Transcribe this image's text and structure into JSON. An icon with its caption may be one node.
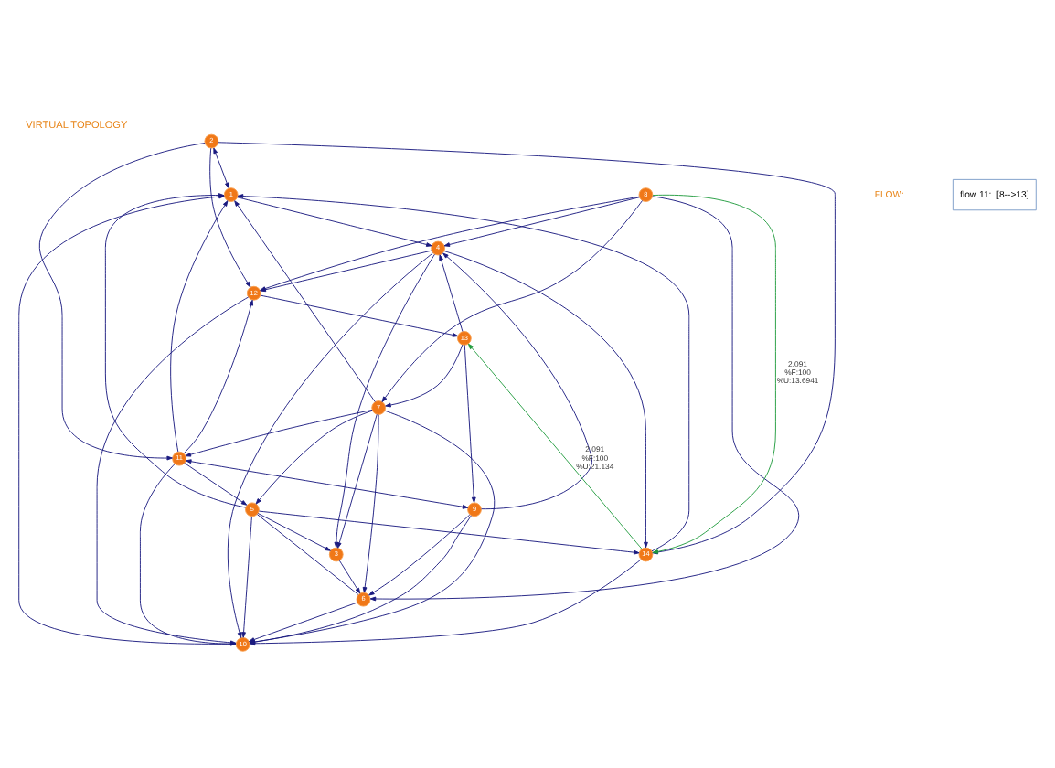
{
  "diagram": {
    "title": "VIRTUAL TOPOLOGY",
    "nodes": [
      {
        "text": [
          "1"
        ]
      },
      {
        "text": [
          "2"
        ]
      },
      {
        "text": [
          "3"
        ]
      },
      {
        "text": [
          "4"
        ]
      },
      {
        "text": [
          "5"
        ]
      },
      {
        "text": [
          "6"
        ]
      },
      {
        "text": [
          "7"
        ]
      },
      {
        "text": [
          "8"
        ]
      },
      {
        "text": [
          "9"
        ]
      },
      {
        "text": [
          "10"
        ]
      },
      {
        "text": [
          "11"
        ]
      },
      {
        "text": [
          "12"
        ]
      },
      {
        "text": [
          "13"
        ]
      },
      {
        "text": [
          "14"
        ]
      }
    ],
    "edges": [
      {
        "from": 10,
        "to": 0,
        "arrow": "to"
      },
      {
        "from": 10,
        "to": 11,
        "arrow": "to"
      },
      {
        "from": 1,
        "to": 0,
        "arrow": "both"
      },
      {
        "from": 0,
        "to": 3,
        "arrow": "to"
      },
      {
        "from": 2,
        "to": 5,
        "arrow": "to"
      },
      {
        "from": 5,
        "to": 9,
        "arrow": "to"
      },
      {
        "from": 7,
        "to": 13,
        "arrow": "to",
        "label": "2.091 %F:100 %U:13.6941",
        "color": "#1f9a3c"
      },
      {
        "from": 13,
        "to": 12,
        "arrow": "to",
        "label": "2.091 %F:100 %U:21.134",
        "color": "#1f9a3c"
      },
      {
        "from": 11,
        "to": 12,
        "arrow": "to"
      },
      {
        "from": 10,
        "to": 8,
        "arrow": "both"
      },
      {
        "from": 12,
        "to": 8,
        "arrow": "to"
      },
      {
        "from": 1,
        "to": 10,
        "arrow": "to"
      },
      {
        "from": 1,
        "to": 11,
        "arrow": "to"
      },
      {
        "from": 1,
        "to": 13,
        "arrow": "to"
      },
      {
        "from": 13,
        "to": 0,
        "arrow": "to"
      },
      {
        "from": 9,
        "to": 0,
        "arrow": "to"
      },
      {
        "from": 6,
        "to": 0,
        "arrow": "to"
      },
      {
        "from": 4,
        "to": 0,
        "arrow": "to"
      },
      {
        "from": 3,
        "to": 2,
        "arrow": "to"
      },
      {
        "from": 4,
        "to": 2,
        "arrow": "to"
      },
      {
        "from": 6,
        "to": 2,
        "arrow": "to"
      },
      {
        "from": 4,
        "to": 5,
        "arrow": "none"
      },
      {
        "from": 7,
        "to": 5,
        "arrow": "to"
      },
      {
        "from": 6,
        "to": 5,
        "arrow": "to"
      },
      {
        "from": 8,
        "to": 5,
        "arrow": "to"
      },
      {
        "from": 4,
        "to": 9,
        "arrow": "to"
      },
      {
        "from": 3,
        "to": 9,
        "arrow": "to"
      },
      {
        "from": 6,
        "to": 9,
        "arrow": "to"
      },
      {
        "from": 8,
        "to": 9,
        "arrow": "to"
      },
      {
        "from": 10,
        "to": 9,
        "arrow": "to"
      },
      {
        "from": 11,
        "to": 9,
        "arrow": "to"
      },
      {
        "from": 13,
        "to": 9,
        "arrow": "to"
      },
      {
        "from": 7,
        "to": 3,
        "arrow": "to"
      },
      {
        "from": 12,
        "to": 3,
        "arrow": "to"
      },
      {
        "from": 8,
        "to": 3,
        "arrow": "to"
      },
      {
        "from": 7,
        "to": 6,
        "arrow": "to"
      },
      {
        "from": 12,
        "to": 6,
        "arrow": "to"
      },
      {
        "from": 6,
        "to": 4,
        "arrow": "to"
      },
      {
        "from": 10,
        "to": 4,
        "arrow": "to"
      },
      {
        "from": 4,
        "to": 13,
        "arrow": "to"
      },
      {
        "from": 3,
        "to": 13,
        "arrow": "to"
      },
      {
        "from": 7,
        "to": 11,
        "arrow": "to"
      },
      {
        "from": 6,
        "to": 10,
        "arrow": "to"
      },
      {
        "from": 3,
        "to": 11,
        "arrow": "to"
      }
    ],
    "labels": [
      "FLOW:",
      "flow 11:  [8-->13]"
    ]
  }
}
